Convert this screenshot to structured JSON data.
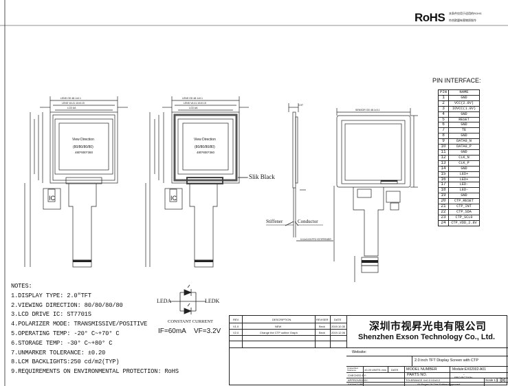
{
  "header": {
    "rohs": "RoHS",
    "rohs_cn_line1": "本条件仅用于适用的ROHS",
    "rohs_cn_line2": "符合欧盟有害物质指令"
  },
  "pin_interface": {
    "title": "PIN INTERFACE:",
    "col_pin": "PIN",
    "col_name": "NAME",
    "rows": [
      {
        "pin": "1",
        "name": "GND"
      },
      {
        "pin": "2",
        "name": "VCC(2.8V)"
      },
      {
        "pin": "3",
        "name": "IOVCC(1.8V)"
      },
      {
        "pin": "4",
        "name": "GND"
      },
      {
        "pin": "5",
        "name": "RESET"
      },
      {
        "pin": "6",
        "name": "GND"
      },
      {
        "pin": "7",
        "name": "TE"
      },
      {
        "pin": "8",
        "name": "GND"
      },
      {
        "pin": "9",
        "name": "DATA0_N"
      },
      {
        "pin": "10",
        "name": "DATA0_P"
      },
      {
        "pin": "11",
        "name": "GND"
      },
      {
        "pin": "12",
        "name": "CLK_N"
      },
      {
        "pin": "13",
        "name": "CLK_P"
      },
      {
        "pin": "14",
        "name": "GND"
      },
      {
        "pin": "15",
        "name": "LED+"
      },
      {
        "pin": "16",
        "name": "LED+"
      },
      {
        "pin": "17",
        "name": "LED-"
      },
      {
        "pin": "18",
        "name": "LED-"
      },
      {
        "pin": "19",
        "name": "GND"
      },
      {
        "pin": "20",
        "name": "CTP_RESET"
      },
      {
        "pin": "21",
        "name": "CTP_INT"
      },
      {
        "pin": "22",
        "name": "CTP_SDA"
      },
      {
        "pin": "23",
        "name": "CTP_SCL0"
      },
      {
        "pin": "24",
        "name": "CTP_VDD_2.8V"
      }
    ]
  },
  "drawing_labels": {
    "view_direction": "View Direction",
    "view_angles": "(80/80/80/80)",
    "resolution": "480*800*360",
    "silk_black": "Slik Black",
    "stiffener": "Stiffener",
    "conductor": "Conductor",
    "ic": "IC",
    "leda": "LEDA",
    "ledk": "LEDK",
    "constant_current": "CONSTANT CURRENT",
    "if_value": "IF=60mA",
    "vf_value": "VF=3.2V",
    "dim_outline": "LENS OD 48.1±0.1",
    "dim_va": "LENS VA 41.10±0.15",
    "dim_aa": "LCD AA",
    "dim_panel": "SENSOR OD 48.1±0.1",
    "dim_thick": "0.9T",
    "dim_fpc": "0.11±0.03 FPC+STIFFENER"
  },
  "notes": {
    "heading": "NOTES:",
    "items": [
      "1.DISPLAY TYPE:  2.0\"TFT",
      "2.VIEWING DIRECTION: 80/80/80/80",
      "3.LCD DRIVE IC: ST7701S",
      "4.POLARIZER MODE: TRANSMISSIVE/POSITIVE",
      "5.OPERATING TEMP: -20° C~+70° C",
      "6.STORAGE TEMP: -30° C~+80° C",
      "7.UNMARKER TOLERANCE: ±0.20",
      "8.LCM BACKLIGHTS:250 cd/m2(TYP)",
      "9.REQUIREMENTS ON ENVIRONMENTAL PROTECTION: RoHS"
    ]
  },
  "title_block": {
    "rev_header": {
      "rev": "REV.",
      "description": "DESCRIPTION",
      "reviser": "REVISER",
      "date": "DATE"
    },
    "revisions": [
      {
        "rev": "V1.0",
        "description": "NEW",
        "reviser": "Beck",
        "date": "2019.10.30"
      },
      {
        "rev": "V2.0",
        "description": "Change the CTP outline Graph",
        "reviser": "Beck",
        "date": "2019.12.06"
      }
    ],
    "company_cn": "深圳市视昇光电有限公司",
    "company_en": "Shenzhen Exson Technology Co., Ltd.",
    "website_label": "Website:",
    "product_description": "2.0 inch TFT Display Screen with CTP",
    "unspecified_tolerance": "Unspecified Tolerance",
    "tolerance_value": "±0.20",
    "units_label": "UNITS: mm",
    "date_label": "DATE",
    "model_number_label": "MODEL NUMBER",
    "model_number": "Module:EX02002-A01",
    "checked_by": "CHECKED BY:",
    "parts_no_label": "PARTS NO.",
    "parts_no_value": "-",
    "approved_by": "APPROVED BY:",
    "tolerance_text": "TOLERANCE  X±0.3  XX±0.2",
    "projection_label": "PROJECTION",
    "signature_label": "SIGNATURE",
    "all_pages": "All Pages Of This Edition Approved",
    "scale": "Scale 1:1"
  }
}
